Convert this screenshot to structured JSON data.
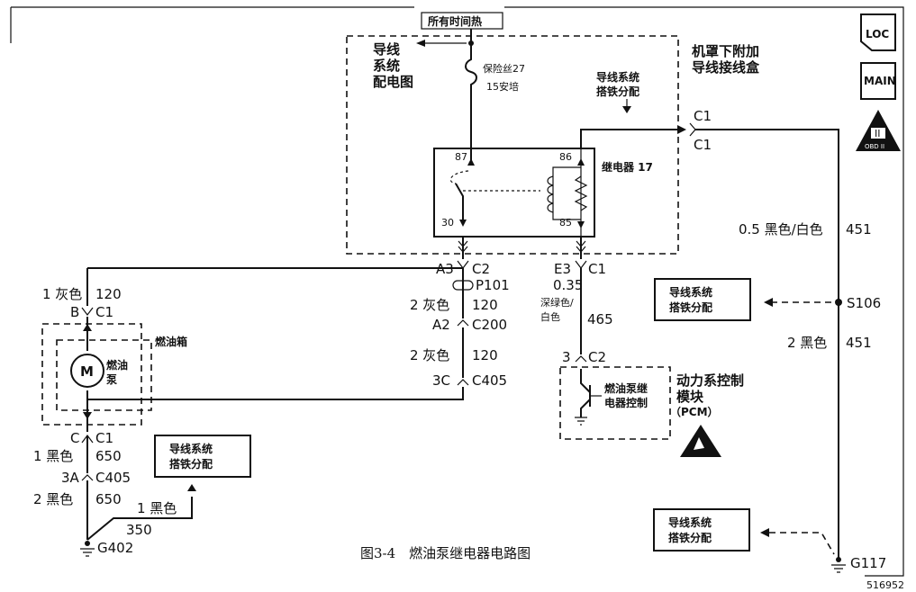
{
  "header": {
    "hot_at_all_times": "所有时间热",
    "code": "516952"
  },
  "caption": {
    "text": "图3-4　燃油泵继电器电路图"
  },
  "underhood_box": {
    "title_line1": "机罩下附加",
    "title_line2": "导线接线盒",
    "fuse_name": "保险丝27",
    "fuse_rating": "15安培",
    "relay_name": "继电器 17",
    "pin_87": "87",
    "pin_86": "86",
    "pin_30": "30",
    "pin_85": "85",
    "wiring_ref_line1": "导线",
    "wiring_ref_line2": "系统",
    "wiring_ref_line3": "配电图"
  },
  "ground_dist": {
    "line1": "导线系统",
    "line2": "搭铁分配"
  },
  "icons": {
    "loc_label": "LOC",
    "main_label": "MAIN",
    "obd_label": "OBD II",
    "obd_roman": "II"
  },
  "left_circuit": {
    "wire_top_color": "1 灰色",
    "wire_top_num": "120",
    "conn_b": "B",
    "conn_c1_top": "C1",
    "tank_label": "燃油箱",
    "motor_letter": "M",
    "pump_line1": "燃油",
    "pump_line2": "泵",
    "conn_c": "C",
    "conn_c1_bot": "C1",
    "wire_black1": "1 黑色",
    "wire_650a": "650",
    "conn_3a": "3A",
    "conn_c405": "C405",
    "wire_black2": "2 黑色",
    "wire_650b": "650",
    "wire_black3": "1 黑色",
    "wire_350": "350",
    "ground_g402": "G402"
  },
  "center_circuit": {
    "conn_a3": "A3",
    "conn_c2": "C2",
    "splice_p101": "P101",
    "wire_gray_a": "2 灰色",
    "wire_120a": "120",
    "conn_a2": "A2",
    "conn_c200": "C200",
    "wire_gray_b": "2 灰色",
    "wire_120b": "120",
    "conn_3c": "3C",
    "conn_c405": "C405"
  },
  "pcm_circuit": {
    "conn_e3": "E3",
    "conn_c1": "C1",
    "wire_size": "0.35",
    "wire_color_1": "深绿色/",
    "wire_color_2": "白色",
    "wire_num": "465",
    "conn_3": "3",
    "conn_c2": "C2",
    "control_line1": "燃油泵继",
    "control_line2": "电器控制",
    "pcm_line1": "动力系控制",
    "pcm_line2": "模块",
    "pcm_line3": "（PCM）"
  },
  "right_circuit": {
    "conn_c1_top": "C1",
    "conn_c1_bot": "C1",
    "wire_top": "0.5 黑色/白色",
    "wire_451a": "451",
    "splice_s106": "S106",
    "wire_bot": "2 黑色",
    "wire_451b": "451",
    "ground_g117": "G117"
  }
}
